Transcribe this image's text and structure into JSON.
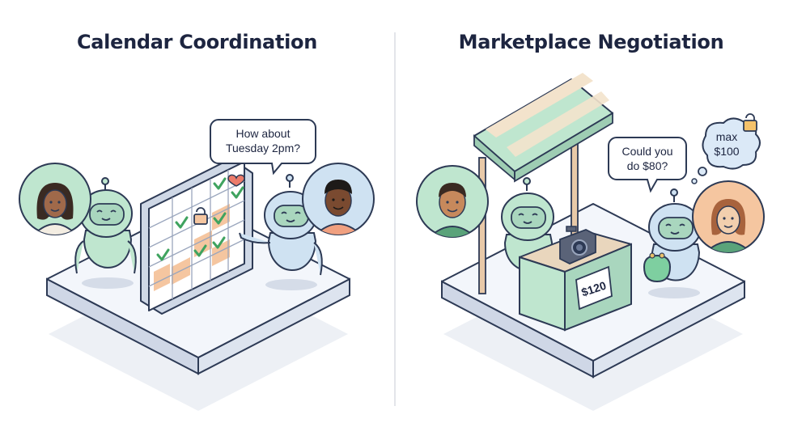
{
  "panels": [
    {
      "title": "Calendar Coordination",
      "speech": {
        "line1": "How about",
        "line2": "Tuesday 2pm?"
      }
    },
    {
      "title": "Marketplace Negotiation",
      "speech_buyer": {
        "line1": "Could you",
        "line2": "do $80?"
      },
      "thought_seller": {
        "line1": "max",
        "line2": "$100"
      },
      "price_tag": "$120"
    }
  ],
  "colors": {
    "mint": "#bfe6cf",
    "mint_dark": "#2f6f55",
    "outline": "#2d3a55",
    "peach": "#f5c6a0",
    "calendar_check": "#3fa35f",
    "platform": "#eef2f8",
    "blue_bubble": "#dbe9f7"
  },
  "icons": [
    "robot-icon",
    "calendar-icon",
    "check-icon",
    "lock-icon",
    "heart-icon",
    "camera-icon",
    "coin-purse-icon",
    "awning-icon"
  ]
}
